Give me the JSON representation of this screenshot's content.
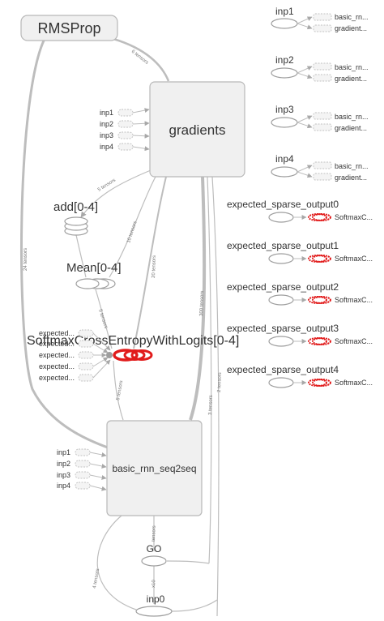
{
  "nodes": {
    "rmsprop": "RMSProp",
    "gradients": "gradients",
    "add": "add[0-4]",
    "mean": "Mean[0-4]",
    "xent": "SoftmaxCrossEntropyWithLogits[0-4]",
    "rnn": "basic_rnn_seq2seq",
    "go": "GO",
    "inp0": "inp0"
  },
  "grad_inputs": [
    "inp1",
    "inp2",
    "inp3",
    "inp4"
  ],
  "rnn_inputs": [
    "inp1",
    "inp2",
    "inp3",
    "inp4"
  ],
  "xent_inputs": [
    "expected...",
    "expected...",
    "expected...",
    "expected...",
    "expected..."
  ],
  "edge_labels": {
    "rms_to_grad": "6 tensors",
    "grad_to_add": "5 tensors",
    "grad_to_mean": "10 tensors",
    "rms_to_rnn": "24 tensors",
    "grad_to_xent": "20 tensors",
    "mean_to_xent": "5 tensors",
    "grad_to_rnn": "300 tensors",
    "grad_right_2": "2 tensors",
    "grad_right_3": "3 tensors",
    "xent_to_rnn": "5 tensors",
    "rnn_to_go": "tensors",
    "inp0_left": "4 tensors",
    "go_to_inp0": "x10"
  },
  "side_groups": [
    {
      "label": "inp1",
      "out1": "basic_rn...",
      "out2": "gradient..."
    },
    {
      "label": "inp2",
      "out1": "basic_rn...",
      "out2": "gradient..."
    },
    {
      "label": "inp3",
      "out1": "basic_rn...",
      "out2": "gradient..."
    },
    {
      "label": "inp4",
      "out1": "basic_rn...",
      "out2": "gradient..."
    }
  ],
  "expected_groups": [
    {
      "label": "expected_sparse_output0",
      "target": "SoftmaxC..."
    },
    {
      "label": "expected_sparse_output1",
      "target": "SoftmaxC..."
    },
    {
      "label": "expected_sparse_output2",
      "target": "SoftmaxC..."
    },
    {
      "label": "expected_sparse_output3",
      "target": "SoftmaxC..."
    },
    {
      "label": "expected_sparse_output4",
      "target": "SoftmaxC..."
    }
  ]
}
